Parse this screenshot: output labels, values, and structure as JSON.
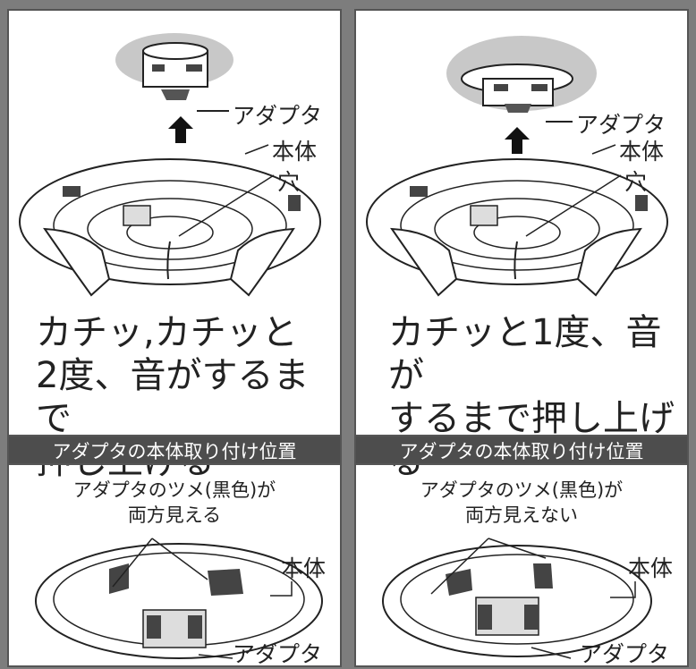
{
  "colors": {
    "frame": "#7d7d7d",
    "panel_bg": "#ffffff",
    "section_bar": "#4d4d4d",
    "ceiling_highlight": "#c8c8c8"
  },
  "left": {
    "labels": {
      "adapter": "アダプタ",
      "body": "本体",
      "hole": "穴"
    },
    "instruction": "カチッ,カチッと\n2度、音がするまで\n押し上げる",
    "section_title": "アダプタの本体取り付け位置",
    "note": "アダプタのツメ(黒色)が\n両方見える",
    "bottom_labels": {
      "body": "本体",
      "adapter": "アダプタ"
    }
  },
  "right": {
    "labels": {
      "adapter": "アダプタ",
      "body": "本体",
      "hole": "穴"
    },
    "instruction": "カチッと1度、音が\nするまで押し上げる",
    "section_title": "アダプタの本体取り付け位置",
    "note": "アダプタのツメ(黒色)が\n両方見えない",
    "bottom_labels": {
      "body": "本体",
      "adapter": "アダプタ"
    }
  }
}
